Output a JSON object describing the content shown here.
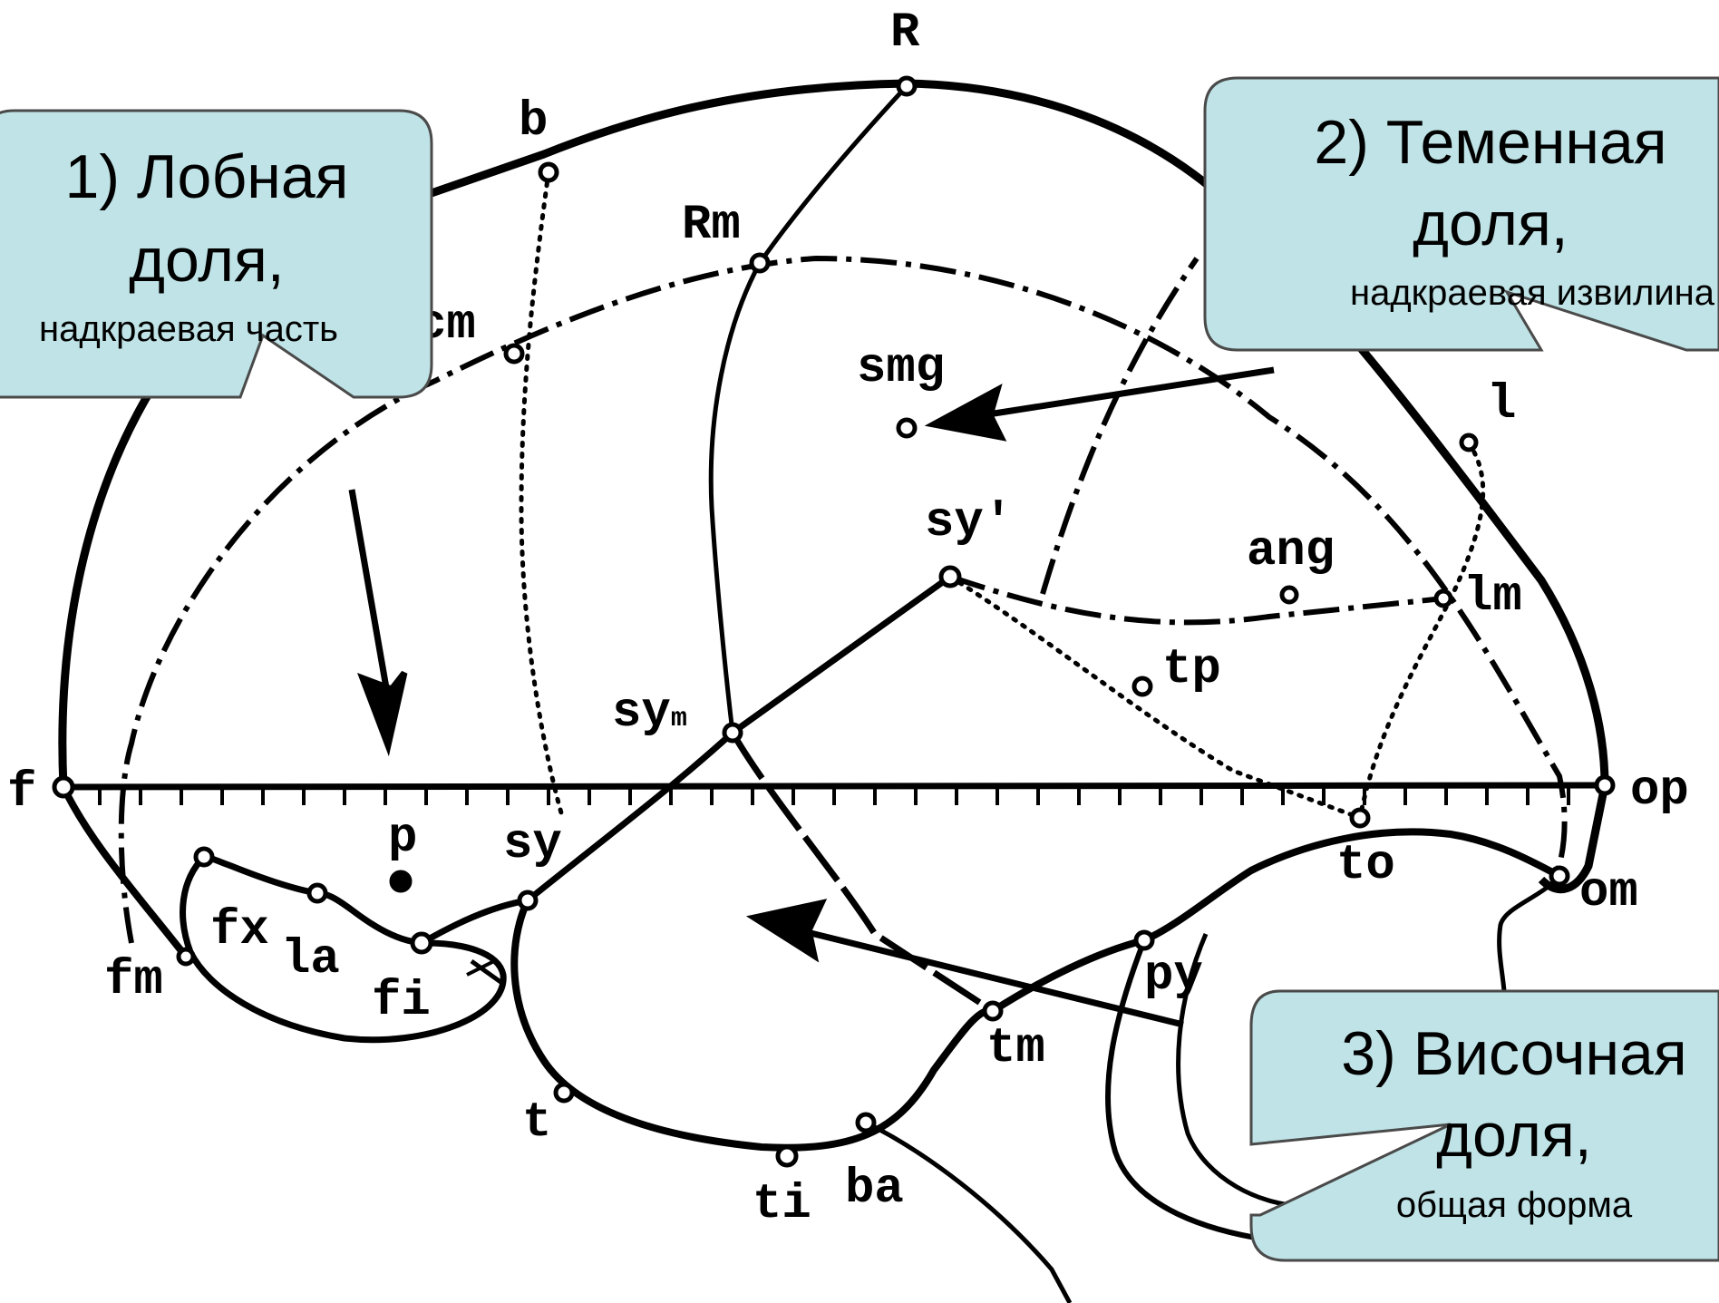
{
  "colors": {
    "callout_fill": "#bfe3e6",
    "callout_stroke": "#4a4a4a",
    "line": "#000000",
    "background": "#ffffff"
  },
  "points": {
    "R": "R",
    "b": "b",
    "Rm": "Rm",
    "cm": "cm",
    "smg": "smg",
    "l": "l",
    "sy_prime": "sy′",
    "ang": "ang",
    "lm": "lm",
    "tp": "tp",
    "sy_m_base": "sy",
    "sy_m_sub": "m",
    "f": "f",
    "op": "op",
    "p": "p",
    "sy": "sy",
    "to": "to",
    "om": "om",
    "fx": "fx",
    "la": "la",
    "fm": "fm",
    "fi": "fi",
    "py": "py",
    "tm": "tm",
    "t": "t",
    "ti": "ti",
    "ba": "ba"
  },
  "callouts": [
    {
      "title_line1": "1) Лобная",
      "title_line2": "доля,",
      "subtitle": "надкраевая часть"
    },
    {
      "title_line1": "2) Теменная",
      "title_line2": "доля,",
      "subtitle": "надкраевая извилина"
    },
    {
      "title_line1": "3) Височная",
      "title_line2": "доля,",
      "subtitle": "общая форма"
    }
  ]
}
